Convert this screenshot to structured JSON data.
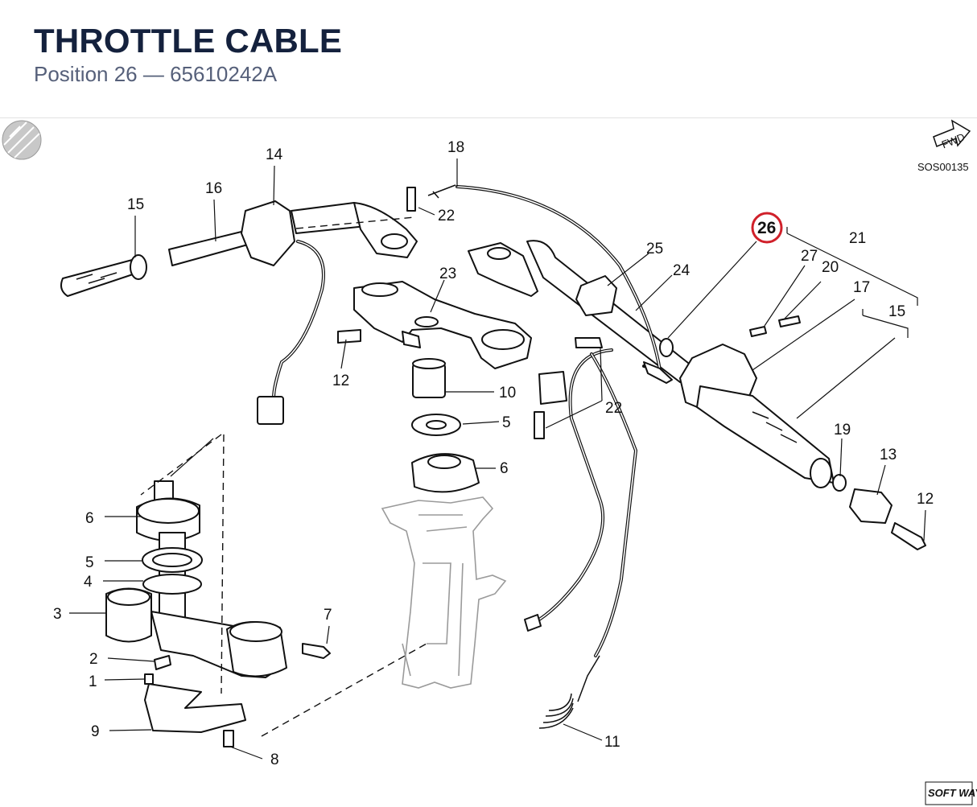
{
  "header": {
    "title": "THROTTLE CABLE",
    "subtitle": "Position 26 — 65610242A"
  },
  "diagram": {
    "code": "SOS00135",
    "fwd_label": "FWD",
    "brand_mark": "SOFT WAY",
    "highlight_color": "#d0202a",
    "highlight": "26",
    "callouts": [
      "15",
      "16",
      "14",
      "18",
      "22",
      "23",
      "12",
      "10",
      "5",
      "6",
      "25",
      "24",
      "22",
      "26",
      "21",
      "27",
      "20",
      "17",
      "15",
      "19",
      "13",
      "12",
      "6",
      "5",
      "4",
      "3",
      "7",
      "2",
      "1",
      "9",
      "8",
      "11"
    ]
  }
}
